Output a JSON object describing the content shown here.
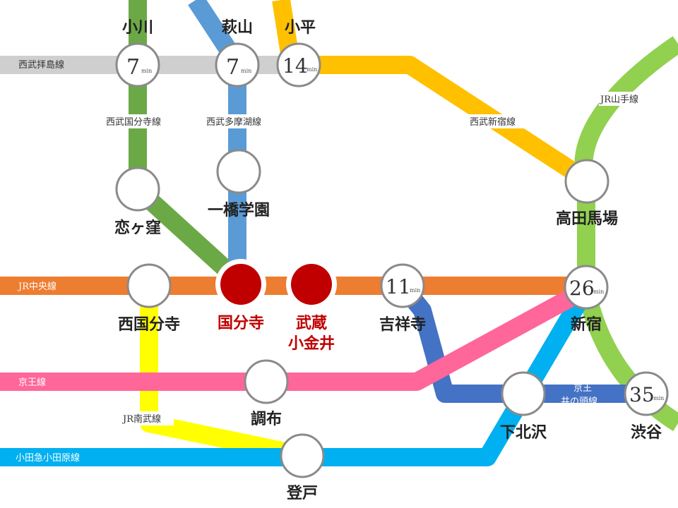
{
  "lines": {
    "seibu_haijima": {
      "name": "西武拝島線",
      "color": "#cfcfcf"
    },
    "seibu_kokubunji": {
      "name": "西武国分寺線",
      "color": "#6ba946"
    },
    "seibu_tamako": {
      "name": "西武多摩湖線",
      "color": "#5b9bd5"
    },
    "seibu_shinjuku": {
      "name": "西武新宿線",
      "color": "#ffc000"
    },
    "jr_yamanote": {
      "name": "JR山手線",
      "color": "#92d050"
    },
    "jr_chuo": {
      "name": "JR中央線",
      "color": "#ed7d31"
    },
    "keio": {
      "name": "京王線",
      "color": "#ff6699"
    },
    "keio_inokashira": {
      "name": "京王\n井の頭線",
      "line1": "京王",
      "line2": "井の頭線",
      "color": "#4472c4"
    },
    "jr_nambu": {
      "name": "JR南武線",
      "color": "#ffff00"
    },
    "odakyu": {
      "name": "小田急小田原線",
      "color": "#00b0f0"
    }
  },
  "stations": {
    "ogawa": {
      "name": "小川",
      "minutes": "7"
    },
    "hagiyama": {
      "name": "萩山",
      "minutes": "7"
    },
    "kodaira": {
      "name": "小平",
      "minutes": "14"
    },
    "koigakubo": {
      "name": "恋ヶ窪"
    },
    "hitotsubashi": {
      "name": "一橋学園"
    },
    "takadanobaba": {
      "name": "高田馬場"
    },
    "nishikokubunji": {
      "name": "西国分寺"
    },
    "kokubunji": {
      "name": "国分寺",
      "highlight": true
    },
    "musashikoganei": {
      "name": "武蔵\n小金井",
      "line1": "武蔵",
      "line2": "小金井",
      "highlight": true
    },
    "kichijoji": {
      "name": "吉祥寺",
      "minutes": "11"
    },
    "shinjuku": {
      "name": "新宿",
      "minutes": "26"
    },
    "chofu": {
      "name": "調布"
    },
    "shimokitazawa": {
      "name": "下北沢"
    },
    "shibuya": {
      "name": "渋谷",
      "minutes": "35"
    },
    "noborito": {
      "name": "登戸"
    }
  },
  "min_unit": "min",
  "highlight_color": "#c00000"
}
